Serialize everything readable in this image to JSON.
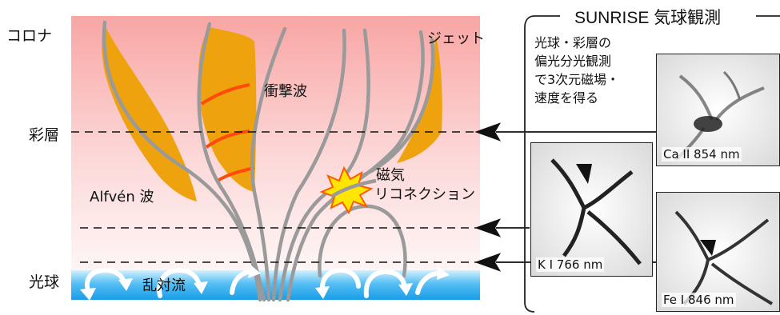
{
  "layers": {
    "corona": "コロナ",
    "chromosphere": "彩層",
    "photosphere": "光球"
  },
  "features": {
    "jet": "ジェット",
    "shock": "衝撃波",
    "alfven": "Alfvén 波",
    "reconnection_line1": "磁気",
    "reconnection_line2": "リコネクション",
    "convection": "乱対流"
  },
  "observation": {
    "title": "SUNRISE 気球観測",
    "description": [
      "光球・彩層の",
      "偏光分光観測",
      "で3次元磁場・",
      "速度を得る"
    ],
    "panels": [
      {
        "caption": "Ca II 854 nm"
      },
      {
        "caption": "K I 766 nm"
      },
      {
        "caption": "Fe I 846 nm"
      }
    ]
  },
  "colors": {
    "corona_top": "#f8a8a6",
    "photosphere": "#1aa3ee",
    "jet_fill": "#eea20e",
    "field_line": "#999999",
    "shock": "#ff4a0a"
  }
}
